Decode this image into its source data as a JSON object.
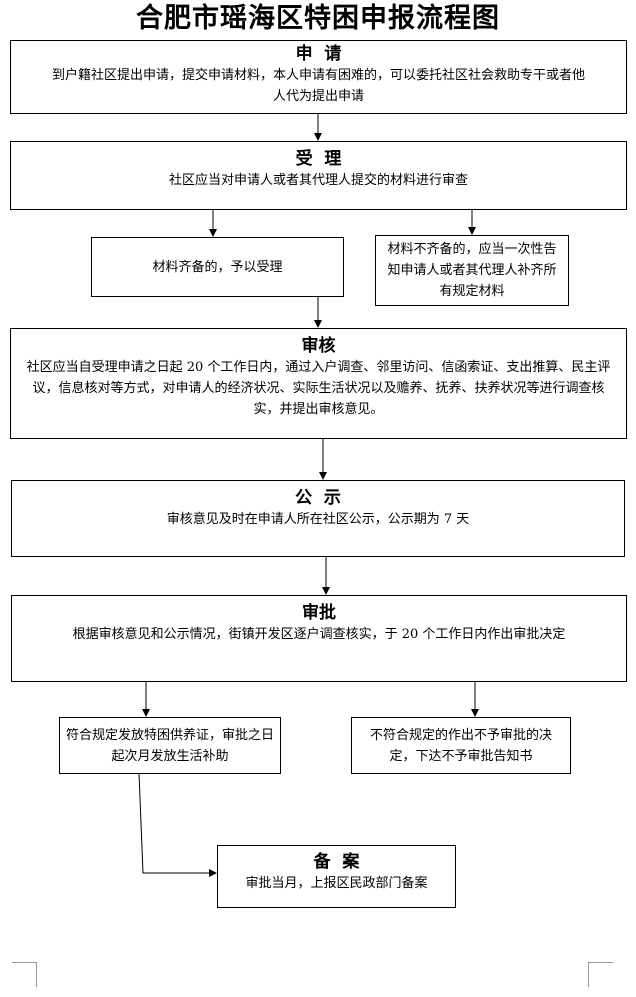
{
  "title": "合肥市瑶海区特困申报流程图",
  "steps": {
    "apply": {
      "heading": "申  请",
      "text": "到户籍社区提出申请，提交申请材料，本人申请有困难的，可以委托社区社会救助专干或者他人代为提出申请"
    },
    "accept": {
      "heading": "受  理",
      "text": "社区应当对申请人或者其代理人提交的材料进行审查"
    },
    "complete": {
      "text": "材料齐备的，予以受理"
    },
    "incomplete": {
      "text": "材料不齐备的，应当一次性告知申请人或者其代理人补齐所有规定材料"
    },
    "review": {
      "heading": "审核",
      "text": "社区应当自受理申请之日起 20 个工作日内，通过入户调查、邻里访问、信函索证、支出推算、民主评议，信息核对等方式，对申请人的经济状况、实际生活状况以及赡养、抚养、扶养状况等进行调查核实，并提出审核意见。"
    },
    "publicity": {
      "heading": "公  示",
      "text": "审核意见及时在申请人所在社区公示，公示期为 7 天"
    },
    "approve": {
      "heading": "审批",
      "text": "根据审核意见和公示情况，街镇开发区逐户调查核实，于 20 个工作日内作出审批决定"
    },
    "eligible": {
      "text": "符合规定发放特困供养证，审批之日起次月发放生活补助"
    },
    "ineligible": {
      "text": "不符合规定的作出不予审批的决定，下达不予审批告知书"
    },
    "record": {
      "heading": "备  案",
      "text": "审批当月，上报区民政部门备案"
    }
  }
}
